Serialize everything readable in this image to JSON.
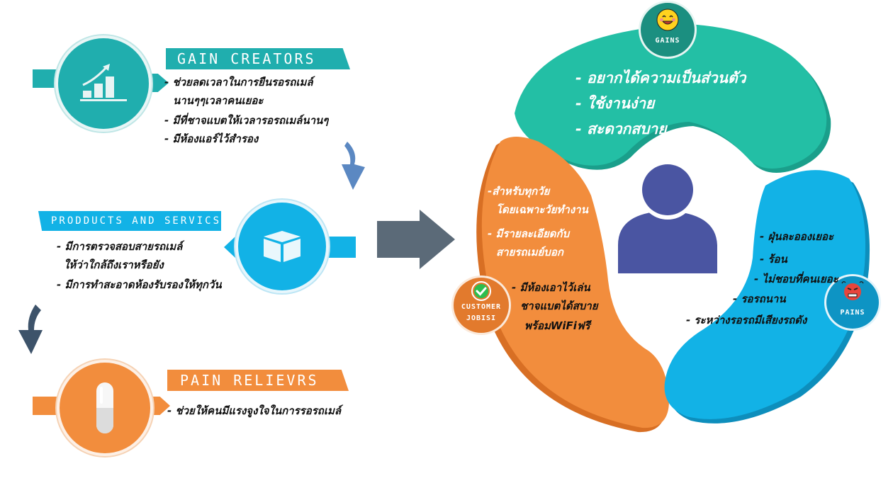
{
  "gain_creators": {
    "title": "GAIN CREATORS",
    "items": [
      "- ช่วยลดเวลาในการยืนรอรถเมล์",
      "นานๆๆเวลาคนเยอะ",
      "- มีที่ชาจแบตให้เวลารอรถเมล์นานๆ",
      "- มีห้องแอร์ไว้สำรอง"
    ],
    "icon": "bar-chart-growth-icon"
  },
  "products_services": {
    "title": "PRODDUCTS AND SERVICS",
    "items": [
      "- มีการตรวจสอบสายรถเมล์",
      "ให้ว่าใกล้ถึงเราหรือยัง",
      "- มีการทำสะอาดห้องรับรองให้ทุกวัน"
    ],
    "icon": "box-icon"
  },
  "pain_relievers": {
    "title": "PAIN RELIEVRS",
    "items": [
      "- ช่วยให้คนมีแรงจูงใจในการรอรถเมล์"
    ],
    "icon": "capsule-icon"
  },
  "gains": {
    "label": "GAINS",
    "items": [
      "- อยากได้ความเป็นส่วนตัว",
      "- ใช้งานง่าย",
      "- สะดวกสบาย"
    ],
    "icon": "smiley-icon"
  },
  "customer_jobs": {
    "label_line1": "CUSTOMER",
    "label_line2": "JOBISI",
    "items": [
      "-สำหรับทุกวัย",
      "โดยเฉพาะวัยทำงาน",
      "- มีรายละเอียดกับ",
      "สายรถเมย์บอก",
      "- มีห้องเอาไว้เล่น",
      "ชาจแบตได้สบาย",
      "พร้อมWiFiฟรี"
    ],
    "icon": "checkmark-icon"
  },
  "pains": {
    "label": "PAINS",
    "items": [
      "- ฝุ่นละอองเยอะ",
      "- ร้อน",
      "- ไม่ชอบที่คนเยอะ",
      "- รอรถนาน",
      "- ระหว่างรอรถมีเสียงรถดัง"
    ],
    "icon": "angry-face-icon"
  },
  "colors": {
    "teal": "#20aeae",
    "gains_green": "#23bfa5",
    "blue": "#12b2e6",
    "orange": "#f28d3d",
    "dark_arrow": "#5b6a78",
    "person": "#4a55a2"
  }
}
